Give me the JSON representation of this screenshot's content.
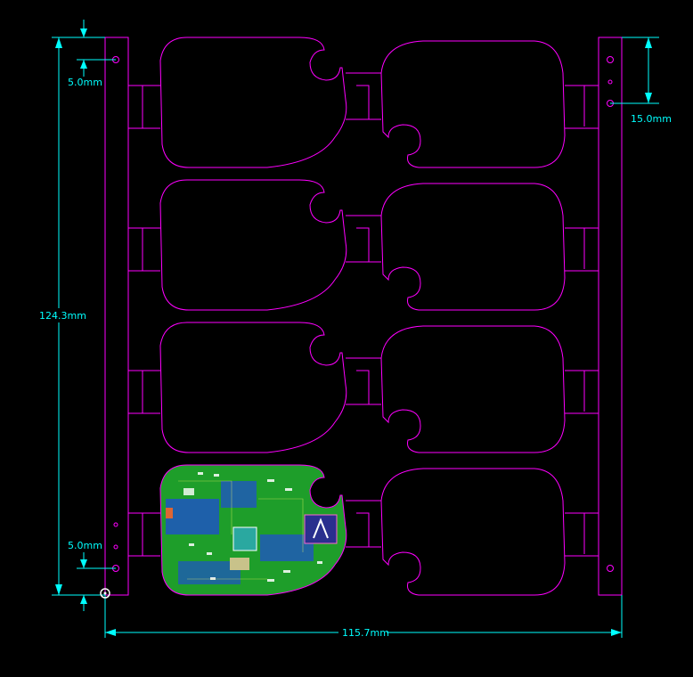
{
  "dimensions": {
    "height_total": "124.3mm",
    "width_total": "115.7mm",
    "top_margin": "5.0mm",
    "bottom_margin": "5.0mm",
    "right_spacing": "15.0mm"
  },
  "colors": {
    "background": "#000000",
    "outline": "#ff00ff",
    "dimension": "#00ffff",
    "pcb_green": "#1e9e2a",
    "pcb_blue": "#1f4bd6",
    "origin_marker": "#ffffff"
  },
  "panel": {
    "columns": 2,
    "rows": 4,
    "populated_board": "bottom-left"
  }
}
